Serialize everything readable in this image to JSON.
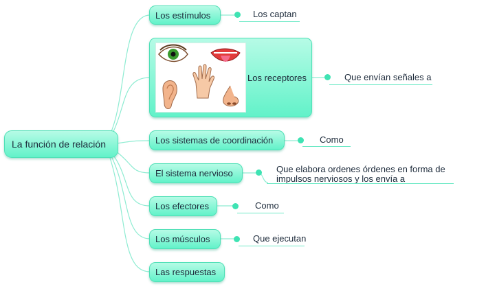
{
  "root": {
    "label": "La función de relación"
  },
  "branches": [
    {
      "label": "Los estímulos",
      "leaf": "Los captan"
    },
    {
      "label": "Los receptores",
      "leaf": "Que envían señales a"
    },
    {
      "label": "Los sistemas de coordinación",
      "leaf": "Como"
    },
    {
      "label": "El sistema nervioso",
      "leaf_lines": [
        "Que elabora ordenes órdenes en forma de",
        "impulsos nerviosos y los envía a"
      ]
    },
    {
      "label": "Los efectores",
      "leaf": "Como"
    },
    {
      "label": "Los músculos",
      "leaf": "Que ejecutan"
    },
    {
      "label": "Las respuestas"
    }
  ],
  "colors": {
    "node_fill": "#62f2c9",
    "connector": "#8eecd2",
    "dot": "#3fe3b3"
  }
}
